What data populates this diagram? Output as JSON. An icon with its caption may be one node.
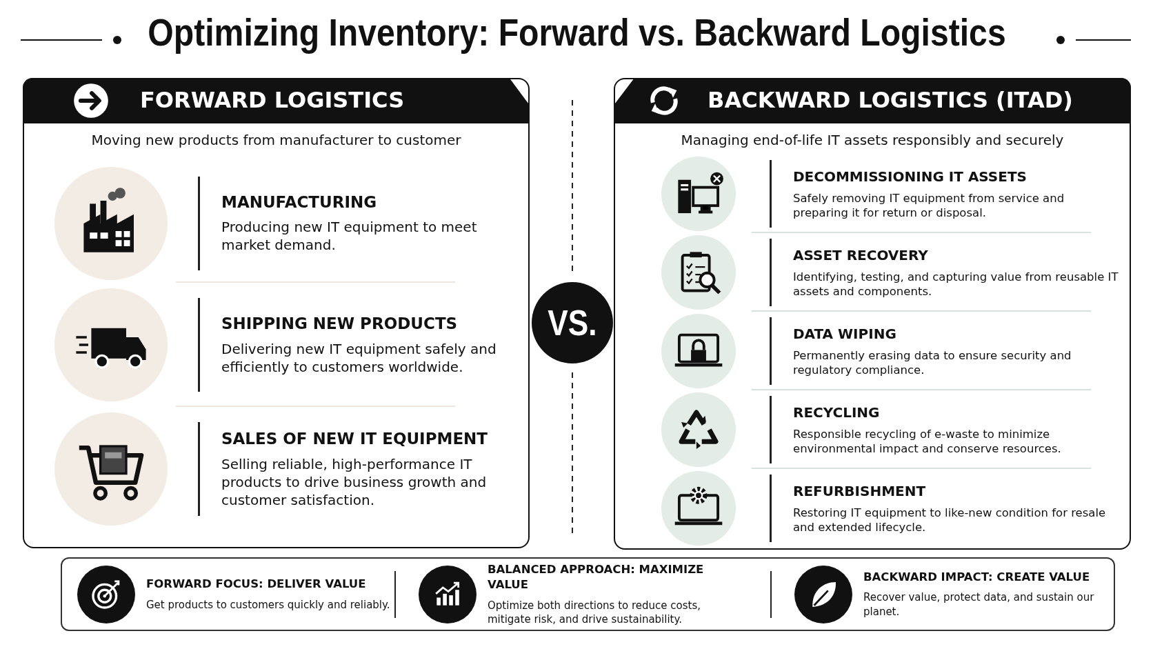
{
  "diagram": {
    "title": "Optimizing Inventory: Forward vs. Backward Logistics",
    "nodes": [
      {
        "text": [
          "FORWARD LOGISTICS",
          "Moving new products from manufacturer to customer"
        ]
      },
      {
        "text": [
          "MANUFACTURING",
          "Producing new IT equipment to meet market demand."
        ],
        "in": 0
      },
      {
        "text": [
          "SHIPPING NEW PRODUCTS",
          "Delivering new IT equipment safely and efficiently to customers worldwide."
        ],
        "in": 0
      },
      {
        "text": [
          "SALES OF NEW IT EQUIPMENT",
          "Selling reliable, high-performance IT products to drive business growth and customer satisfaction."
        ],
        "in": 0
      },
      {
        "text": [
          "VS."
        ]
      },
      {
        "text": [
          "BACKWARD LOGISTICS (ITAD)",
          "Managing end-of-life IT assets responsibly and securely"
        ]
      },
      {
        "text": [
          "DECOMMISSIONING IT ASSETS",
          "Safely removing IT equipment from service and preparing it for return or disposal."
        ],
        "in": 5
      },
      {
        "text": [
          "ASSET RECOVERY",
          "Identifying, testing, and capturing value from reusable IT assets and components."
        ],
        "in": 5
      },
      {
        "text": [
          "DATA WIPING",
          "Permanently erasing data to ensure security and regulatory compliance."
        ],
        "in": 5
      },
      {
        "text": [
          "RECYCLING",
          "Responsible recycling of e-waste to minimize environmental impact and conserve resources."
        ],
        "in": 5
      },
      {
        "text": [
          "REFURBISHMENT",
          "Restoring IT equipment to like-new condition for resale and extended lifecycle."
        ],
        "in": 5
      },
      {
        "text": [
          "FORWARD FOCUS: DELIVER VALUE",
          "Get products to customers quickly and reliably.",
          "BALANCED APPROACH: MAXIMIZE VALUE",
          "Optimize both directions to reduce costs, mitigate risk, and drive sustainability.",
          "BACKWARD IMPACT: CREATE VALUE",
          "Recover value, protect data, and sustain our planet."
        ]
      }
    ]
  }
}
